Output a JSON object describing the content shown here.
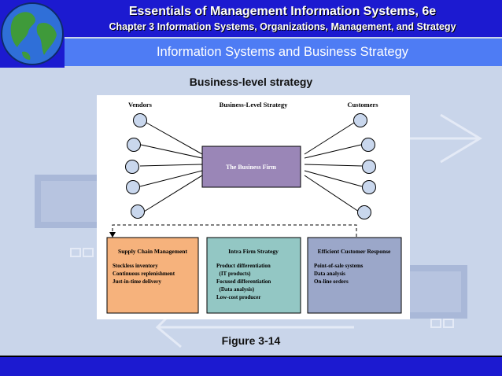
{
  "header": {
    "title": "Essentials of Management Information Systems, 6e",
    "chapter": "Chapter 3 Information Systems, Organizations, Management, and Strategy"
  },
  "slide": {
    "heading": "Information Systems and Business Strategy",
    "subtitle": "Business-level strategy",
    "caption": "Figure 3-14"
  },
  "diagram": {
    "vendors_label": "Vendors",
    "strategy_label": "Business-Level Strategy",
    "customers_label": "Customers",
    "firm_label": "The Business Firm",
    "boxes": [
      {
        "title": "Supply Chain Management",
        "lines": [
          "Stockless inventory",
          "Continuous replenishment",
          "Just-in-time delivery"
        ],
        "color": "#f6b27c"
      },
      {
        "title": "Intra Firm Strategy",
        "lines": [
          "Product differentiation",
          "  (IT products)",
          "Focused differentiation",
          "  (Data analysis)",
          "Low-cost producer"
        ],
        "color": "#93c7c4"
      },
      {
        "title": "Efficient Customer Response",
        "lines": [
          "Point-of-sale systems",
          "Data analysis",
          "On-line orders"
        ],
        "color": "#9ba7c9"
      }
    ],
    "firm_color": "#9a86b7",
    "node_color": "#c9d7ed"
  },
  "colors": {
    "header": "#1c1ad0",
    "band": "#4e7cf4",
    "background": "#c9d5ea"
  }
}
